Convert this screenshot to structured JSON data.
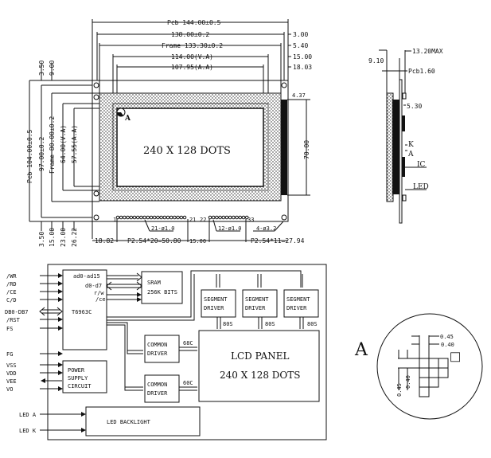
{
  "top_view": {
    "dims_top": [
      "Pcb 144.00±0.5",
      "138.00±0.2",
      "Frame 133.30±0.2",
      "114.00(V.A)",
      "107.95(A.A)"
    ],
    "dims_right": [
      "3.00",
      "5.40",
      "15.00",
      "18.03"
    ],
    "dim_437": "4.37",
    "dim_70": "70.00",
    "dims_left": [
      "Pcb 104.00±0.5",
      "97.00±0.2",
      "Frame 80.00±0.2",
      "64.00(V.A)",
      "57.55(A.A)"
    ],
    "dims_top_left": [
      "3.50",
      "9.00"
    ],
    "dims_bottom_left": [
      "3.50",
      "15.00",
      "23.00",
      "26.22"
    ],
    "display_label": "240 X 128 DOTS",
    "detail_marker": "A",
    "pin_labels": [
      "1",
      "21",
      "22",
      "33"
    ],
    "hole_notes": [
      "21-ø1.0",
      "12-ø1.0",
      "4-ø3.2"
    ],
    "dims_bottom": [
      "18.82",
      "P2.54*20=50.80",
      "15.00",
      "P2.54*11=27.94"
    ]
  },
  "side_view": {
    "labels": [
      "13.20MAX",
      "9.10",
      "Pcb1.60",
      "5.30",
      "K",
      "A",
      "IC",
      "LED"
    ]
  },
  "block_diagram": {
    "inputs": [
      "/WR",
      "/RD",
      "/CE",
      "C/D",
      "DB0-DB7",
      "/RST",
      "FS",
      "FG",
      "VSS",
      "VDD",
      "VEE",
      "VO",
      "LED A",
      "LED K"
    ],
    "controller": "T6963C",
    "bus_labels": [
      "ad0-ad15",
      "d0-d7",
      "r/w",
      "/ce"
    ],
    "sram": [
      "SRAM",
      "256K BITS"
    ],
    "segment_driver": [
      "SEGMENT",
      "DRIVER"
    ],
    "segment_out": "80S",
    "common_driver": [
      "COMMON",
      "DRIVER"
    ],
    "common_outs": [
      "68C",
      "60C"
    ],
    "lcd_panel": [
      "LCD PANEL",
      "240 X 128 DOTS"
    ],
    "power": [
      "POWER",
      "SUPPLY",
      "CIRCUIT"
    ],
    "backlight": "LED BACKLIGHT"
  },
  "detail_a": {
    "title": "A",
    "dims": [
      "0.45",
      "0.40",
      "0.45",
      "0.40"
    ]
  }
}
